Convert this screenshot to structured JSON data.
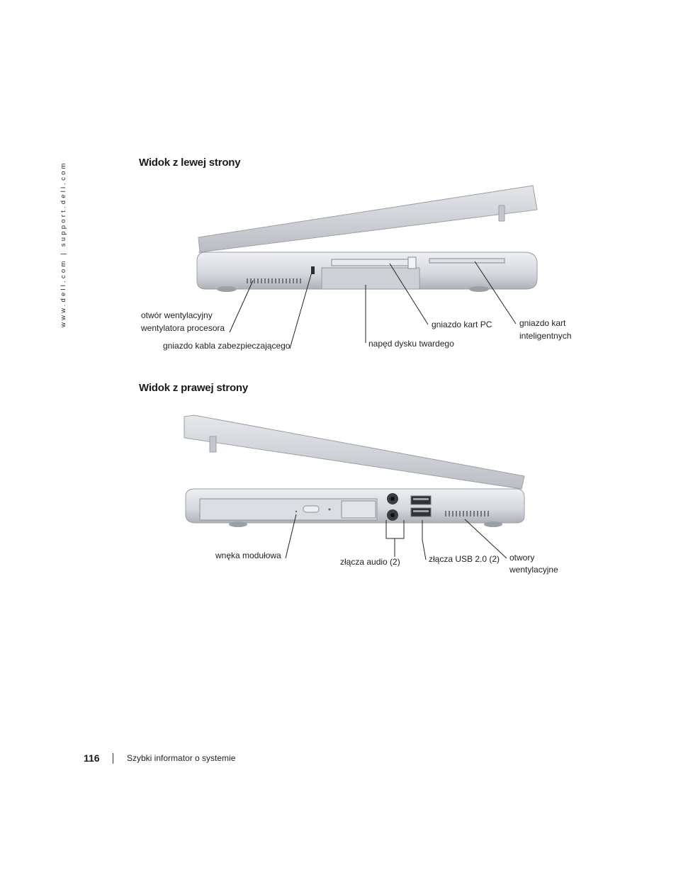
{
  "sidebar": {
    "url": "www.dell.com | support.dell.com"
  },
  "left_view": {
    "heading": "Widok z lewej strony",
    "labels": {
      "fan_vent_line1": "otwór wentylacyjny",
      "fan_vent_line2": "wentylatora procesora",
      "security_slot": "gniazdo kabla zabezpieczającego",
      "hard_drive": "napęd dysku twardego",
      "pc_card": "gniazdo kart PC",
      "smart_card_line1": "gniazdo kart",
      "smart_card_line2": "inteligentnych"
    }
  },
  "right_view": {
    "heading": "Widok z prawej strony",
    "labels": {
      "module_bay": "wnęka modułowa",
      "audio": "złącza audio (2)",
      "usb": "złącza USB 2.0 (2)",
      "vents_line1": "otwory",
      "vents_line2": "wentylacyjne"
    }
  },
  "footer": {
    "page_number": "116",
    "title": "Szybki informator o systemie"
  }
}
